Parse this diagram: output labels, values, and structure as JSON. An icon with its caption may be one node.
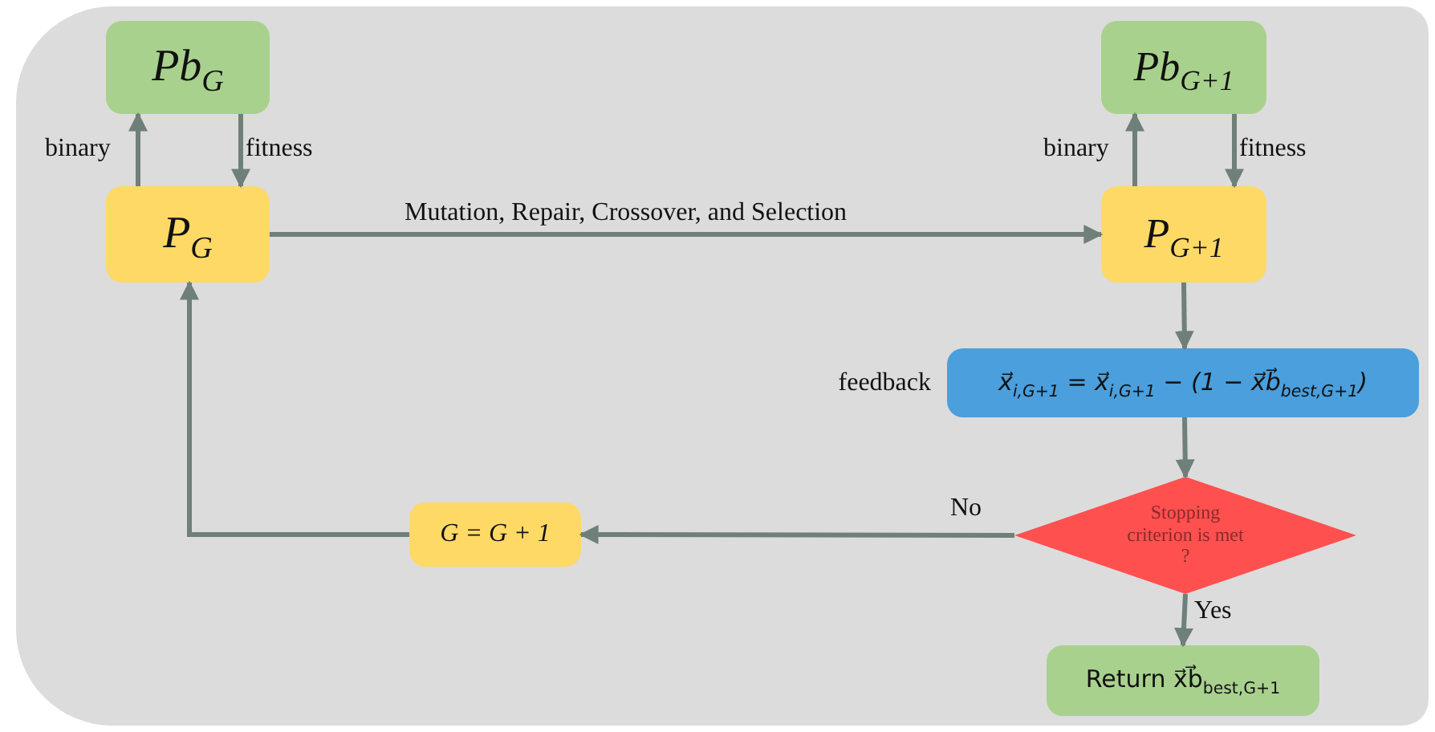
{
  "diagram": {
    "nodes": [
      {
        "text": [
          "Pb$_{G}$"
        ]
      },
      {
        "text": [
          "P$_{G}$"
        ]
      },
      {
        "text": [
          "Pb$_{G+1}$"
        ]
      },
      {
        "text": [
          "P$_{G+1}$"
        ]
      },
      {
        "text": [
          "x⃗$_{i,G+1}$ = x⃗$_{i,G+1}$ − (1 − x⃗b⃗$_{best,G+1}$)"
        ],
        "beside": [
          "feedback"
        ]
      },
      {
        "text": [
          "Stopping criterion is met ?"
        ]
      },
      {
        "text": [
          "Return x⃗b⃗$_{best,G+1}$"
        ]
      },
      {
        "text": [
          "G = G + 1"
        ]
      }
    ],
    "edges": [
      {
        "from": 1,
        "to": 0,
        "arrow": "to",
        "label": "binary"
      },
      {
        "from": 0,
        "to": 1,
        "arrow": "to",
        "label": "fitness"
      },
      {
        "from": 1,
        "to": 3,
        "arrow": "to",
        "label": "Mutation, Repair, Crossover, and Selection"
      },
      {
        "from": 3,
        "to": 2,
        "arrow": "to",
        "label": "binary"
      },
      {
        "from": 2,
        "to": 3,
        "arrow": "to",
        "label": "fitness"
      },
      {
        "from": 3,
        "to": 4,
        "arrow": "to"
      },
      {
        "from": 4,
        "to": 5,
        "arrow": "to"
      },
      {
        "from": 5,
        "to": 7,
        "arrow": "to",
        "label": "No"
      },
      {
        "from": 5,
        "to": 6,
        "arrow": "to",
        "label": "Yes"
      },
      {
        "from": 7,
        "to": 1,
        "arrow": "to"
      }
    ]
  }
}
